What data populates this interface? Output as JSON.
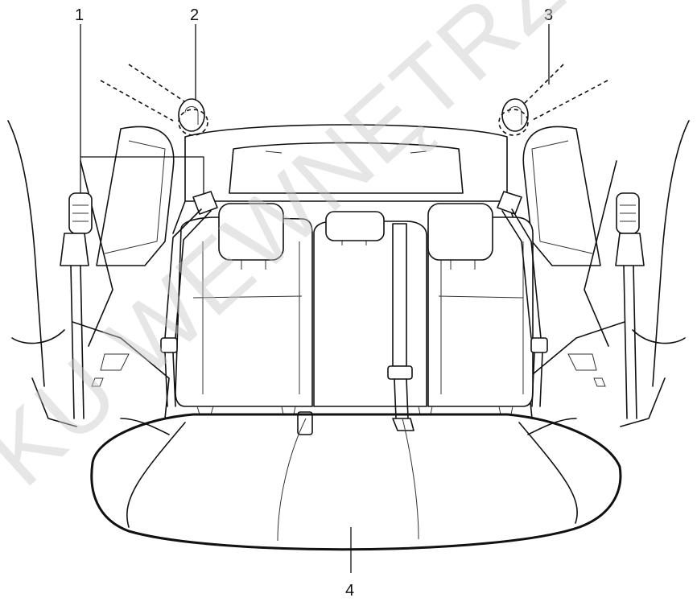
{
  "callouts": [
    {
      "id": "c1",
      "label": "1"
    },
    {
      "id": "c2",
      "label": "2"
    },
    {
      "id": "c3",
      "label": "3"
    },
    {
      "id": "c4",
      "label": "4"
    }
  ],
  "watermark": "KU WEWNĘTRZNE"
}
